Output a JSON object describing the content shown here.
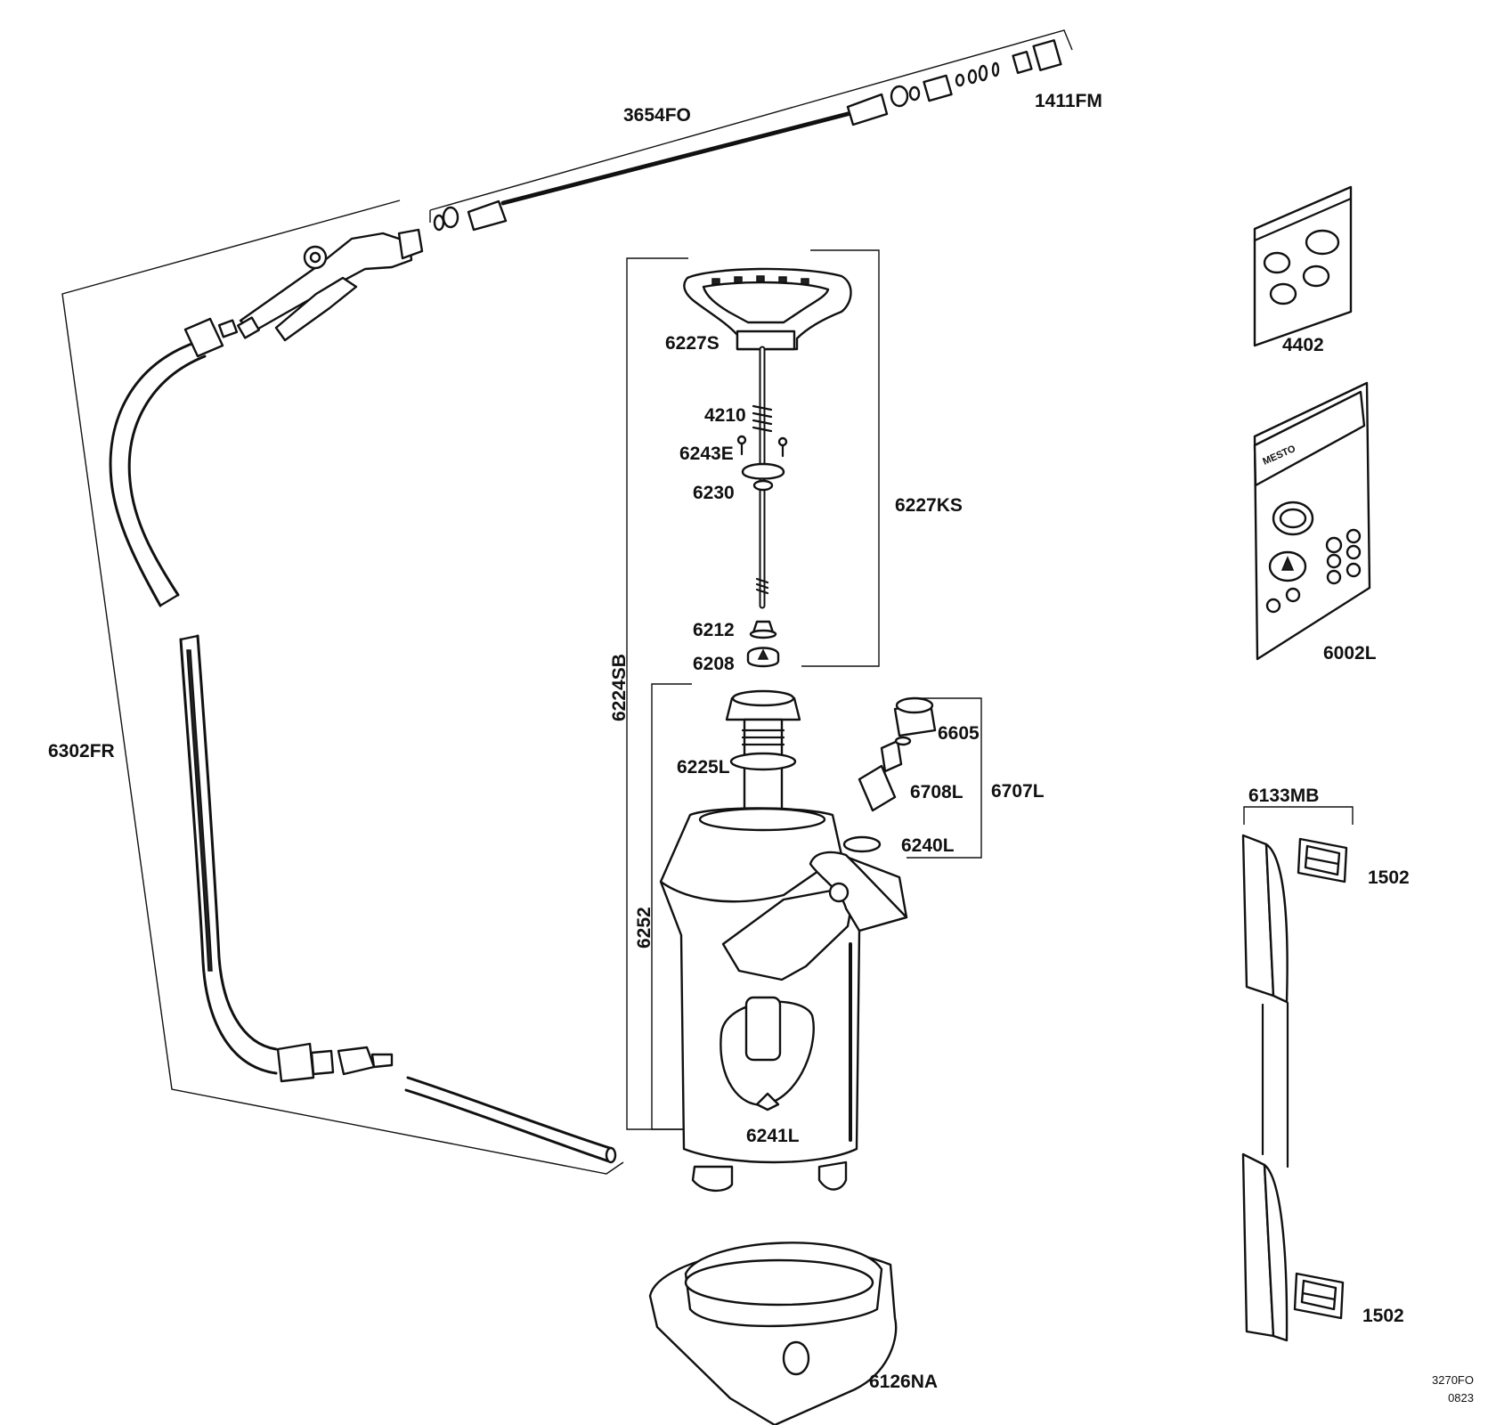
{
  "labels": {
    "p3654FO": "3654FO",
    "p1411FM": "1411FM",
    "p4402": "4402",
    "p6227S": "6227S",
    "p4210": "4210",
    "p6243E": "6243E",
    "p6230": "6230",
    "p6227KS": "6227KS",
    "p6212": "6212",
    "p6208": "6208",
    "p6002L": "6002L",
    "p6224SB": "6224SB",
    "p6302FR": "6302FR",
    "p6605": "6605",
    "p6225L": "6225L",
    "p6708L": "6708L",
    "p6707L": "6707L",
    "p6240L": "6240L",
    "p6133MB": "6133MB",
    "p1502_top": "1502",
    "p1502_bottom": "1502",
    "p6252": "6252",
    "p6241L": "6241L",
    "p6126NA": "6126NA"
  },
  "brand": "MESTO",
  "reference": {
    "code": "3270FO",
    "date": "0823"
  }
}
